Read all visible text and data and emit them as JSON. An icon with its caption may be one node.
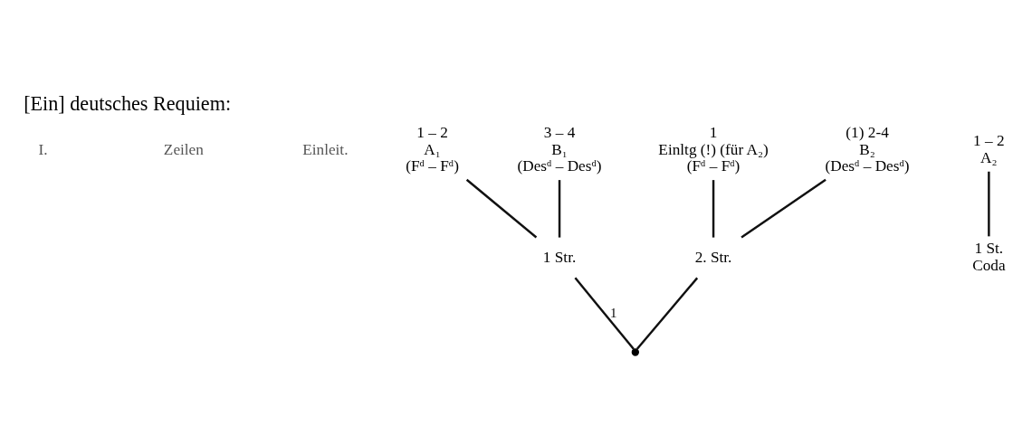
{
  "diagram": {
    "title": "[Ein] deutsches Requiem:",
    "nodes": [
      {
        "text": [
          "1 – 2",
          "A₁",
          "(Fᵈ – Fᵈ)"
        ]
      },
      {
        "text": [
          "3 – 4",
          "B₁",
          "(Desᵈ – Desᵈ)"
        ]
      },
      {
        "text": [
          "1 Str."
        ]
      },
      {
        "text": [
          "1",
          "Einltg (!) (für A₂)",
          "(Fᵈ – Fᵈ)"
        ]
      },
      {
        "text": [
          "(1) 2-4",
          "B₂",
          "(Desᵈ – Desᵈ)"
        ]
      },
      {
        "text": [
          "2. Str."
        ]
      },
      {
        "text": [],
        "shape": "point"
      },
      {
        "text": [
          "1 – 2",
          "A₂"
        ]
      },
      {
        "text": [
          "1 St.",
          "Coda"
        ]
      }
    ],
    "edges": [
      {
        "from": 0,
        "to": 2,
        "arrow": "none"
      },
      {
        "from": 1,
        "to": 2,
        "arrow": "none"
      },
      {
        "from": 2,
        "to": 6,
        "arrow": "none",
        "label": "1"
      },
      {
        "from": 3,
        "to": 5,
        "arrow": "none"
      },
      {
        "from": 4,
        "to": 5,
        "arrow": "none"
      },
      {
        "from": 5,
        "to": 6,
        "arrow": "none"
      },
      {
        "from": 7,
        "to": 8,
        "arrow": "none"
      }
    ],
    "labels": [
      "I.",
      "Zeilen",
      "Einleit."
    ]
  }
}
